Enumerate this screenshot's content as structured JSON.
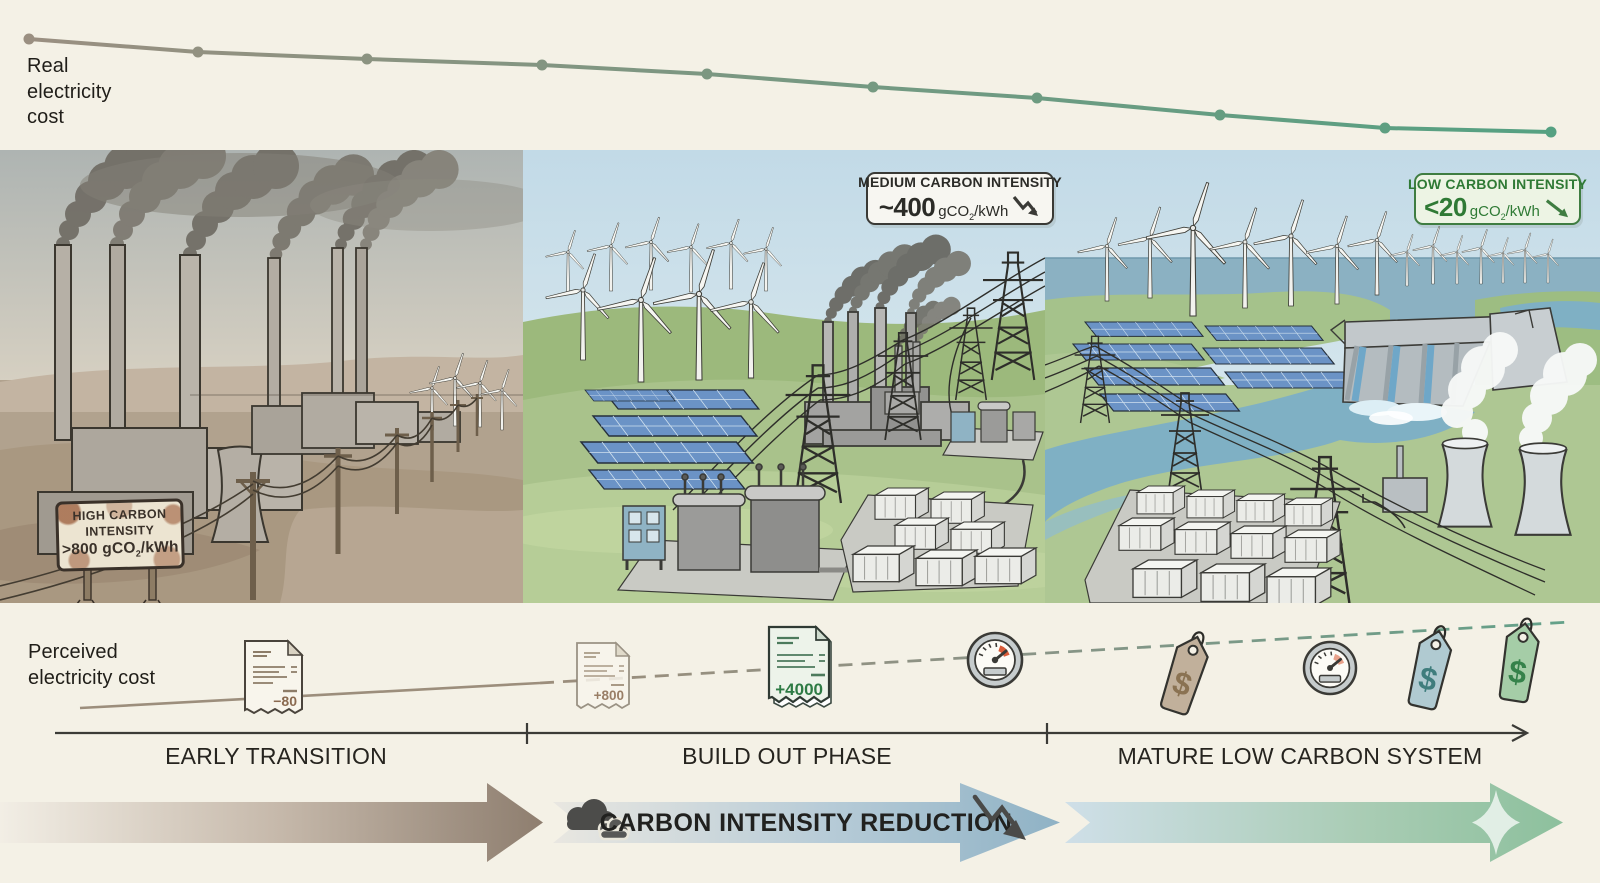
{
  "real_cost_chart": {
    "label": "Real electricity cost",
    "chart_data": {
      "type": "line",
      "x": [
        29,
        198,
        367,
        542,
        707,
        873,
        1037,
        1220,
        1385,
        1551
      ],
      "y": [
        39,
        52,
        59,
        65,
        74,
        87,
        98,
        115,
        128,
        132
      ],
      "trend": "steadily declining, left to right",
      "line_color_start": "#9a8f81",
      "line_color_end": "#55a182"
    }
  },
  "panels": {
    "early": {
      "scene": "coal power plants with smoking stacks, wooden power poles, barren brown land, few wind turbines on horizon",
      "sign": {
        "line1": "HIGH CARBON",
        "line2": "INTENSITY",
        "value": ">800",
        "unit_prefix": "gCO",
        "unit_sub": "2",
        "unit_suffix": "/kWh"
      }
    },
    "build_out": {
      "scene": "green hills with wind farm, solar arrays, transmission pylons, substation, battery storage, coal plant in background",
      "badge": {
        "title": "MEDIUM CARBON INTENSITY",
        "value": "~400",
        "unit_prefix": "gCO",
        "unit_sub": "2",
        "unit_suffix": "/kWh"
      }
    },
    "mature": {
      "scene": "offshore wind, solar farm, hydro dam, nuclear cooling towers, battery storage, river landscape",
      "badge": {
        "title": "LOW CARBON INTENSITY",
        "value": "<20",
        "unit_prefix": "gCO",
        "unit_sub": "2",
        "unit_suffix": "/kWh"
      }
    }
  },
  "perceived": {
    "label": "Perceived electricity cost",
    "trend": "rising dashed line, left to right",
    "icons": [
      {
        "type": "bill",
        "value": "−80",
        "tone": "brown"
      },
      {
        "type": "bill",
        "value": "+800",
        "tone": "brown"
      },
      {
        "type": "bill",
        "value": "+4000",
        "tone": "green"
      },
      {
        "type": "gauge",
        "tone": "red-arc"
      },
      {
        "type": "price-tag",
        "tone": "tan"
      },
      {
        "type": "gauge",
        "tone": "red-arc"
      },
      {
        "type": "price-tag",
        "tone": "blue"
      },
      {
        "type": "price-tag",
        "tone": "green"
      }
    ]
  },
  "timeline": {
    "phases": [
      {
        "label": "EARLY TRANSITION"
      },
      {
        "label": "BUILD OUT PHASE"
      },
      {
        "label": "MATURE LOW CARBON SYSTEM"
      }
    ]
  },
  "carbon_arrow": {
    "label": "CARBON INTENSITY REDUCTION"
  },
  "colors": {
    "background": "#f4f1e6",
    "early_accent": "#8e7e6f",
    "build_accent": "#8fb2c5",
    "mature_accent": "#8dc09d",
    "high_sign_rust": "#9a5a38",
    "medium_badge_border": "#3a3a36",
    "low_badge_green": "#3f7d41",
    "bill_green": "#2e7b45",
    "bill_brown": "#8a6a50",
    "gauge_red": "#d95b38"
  }
}
